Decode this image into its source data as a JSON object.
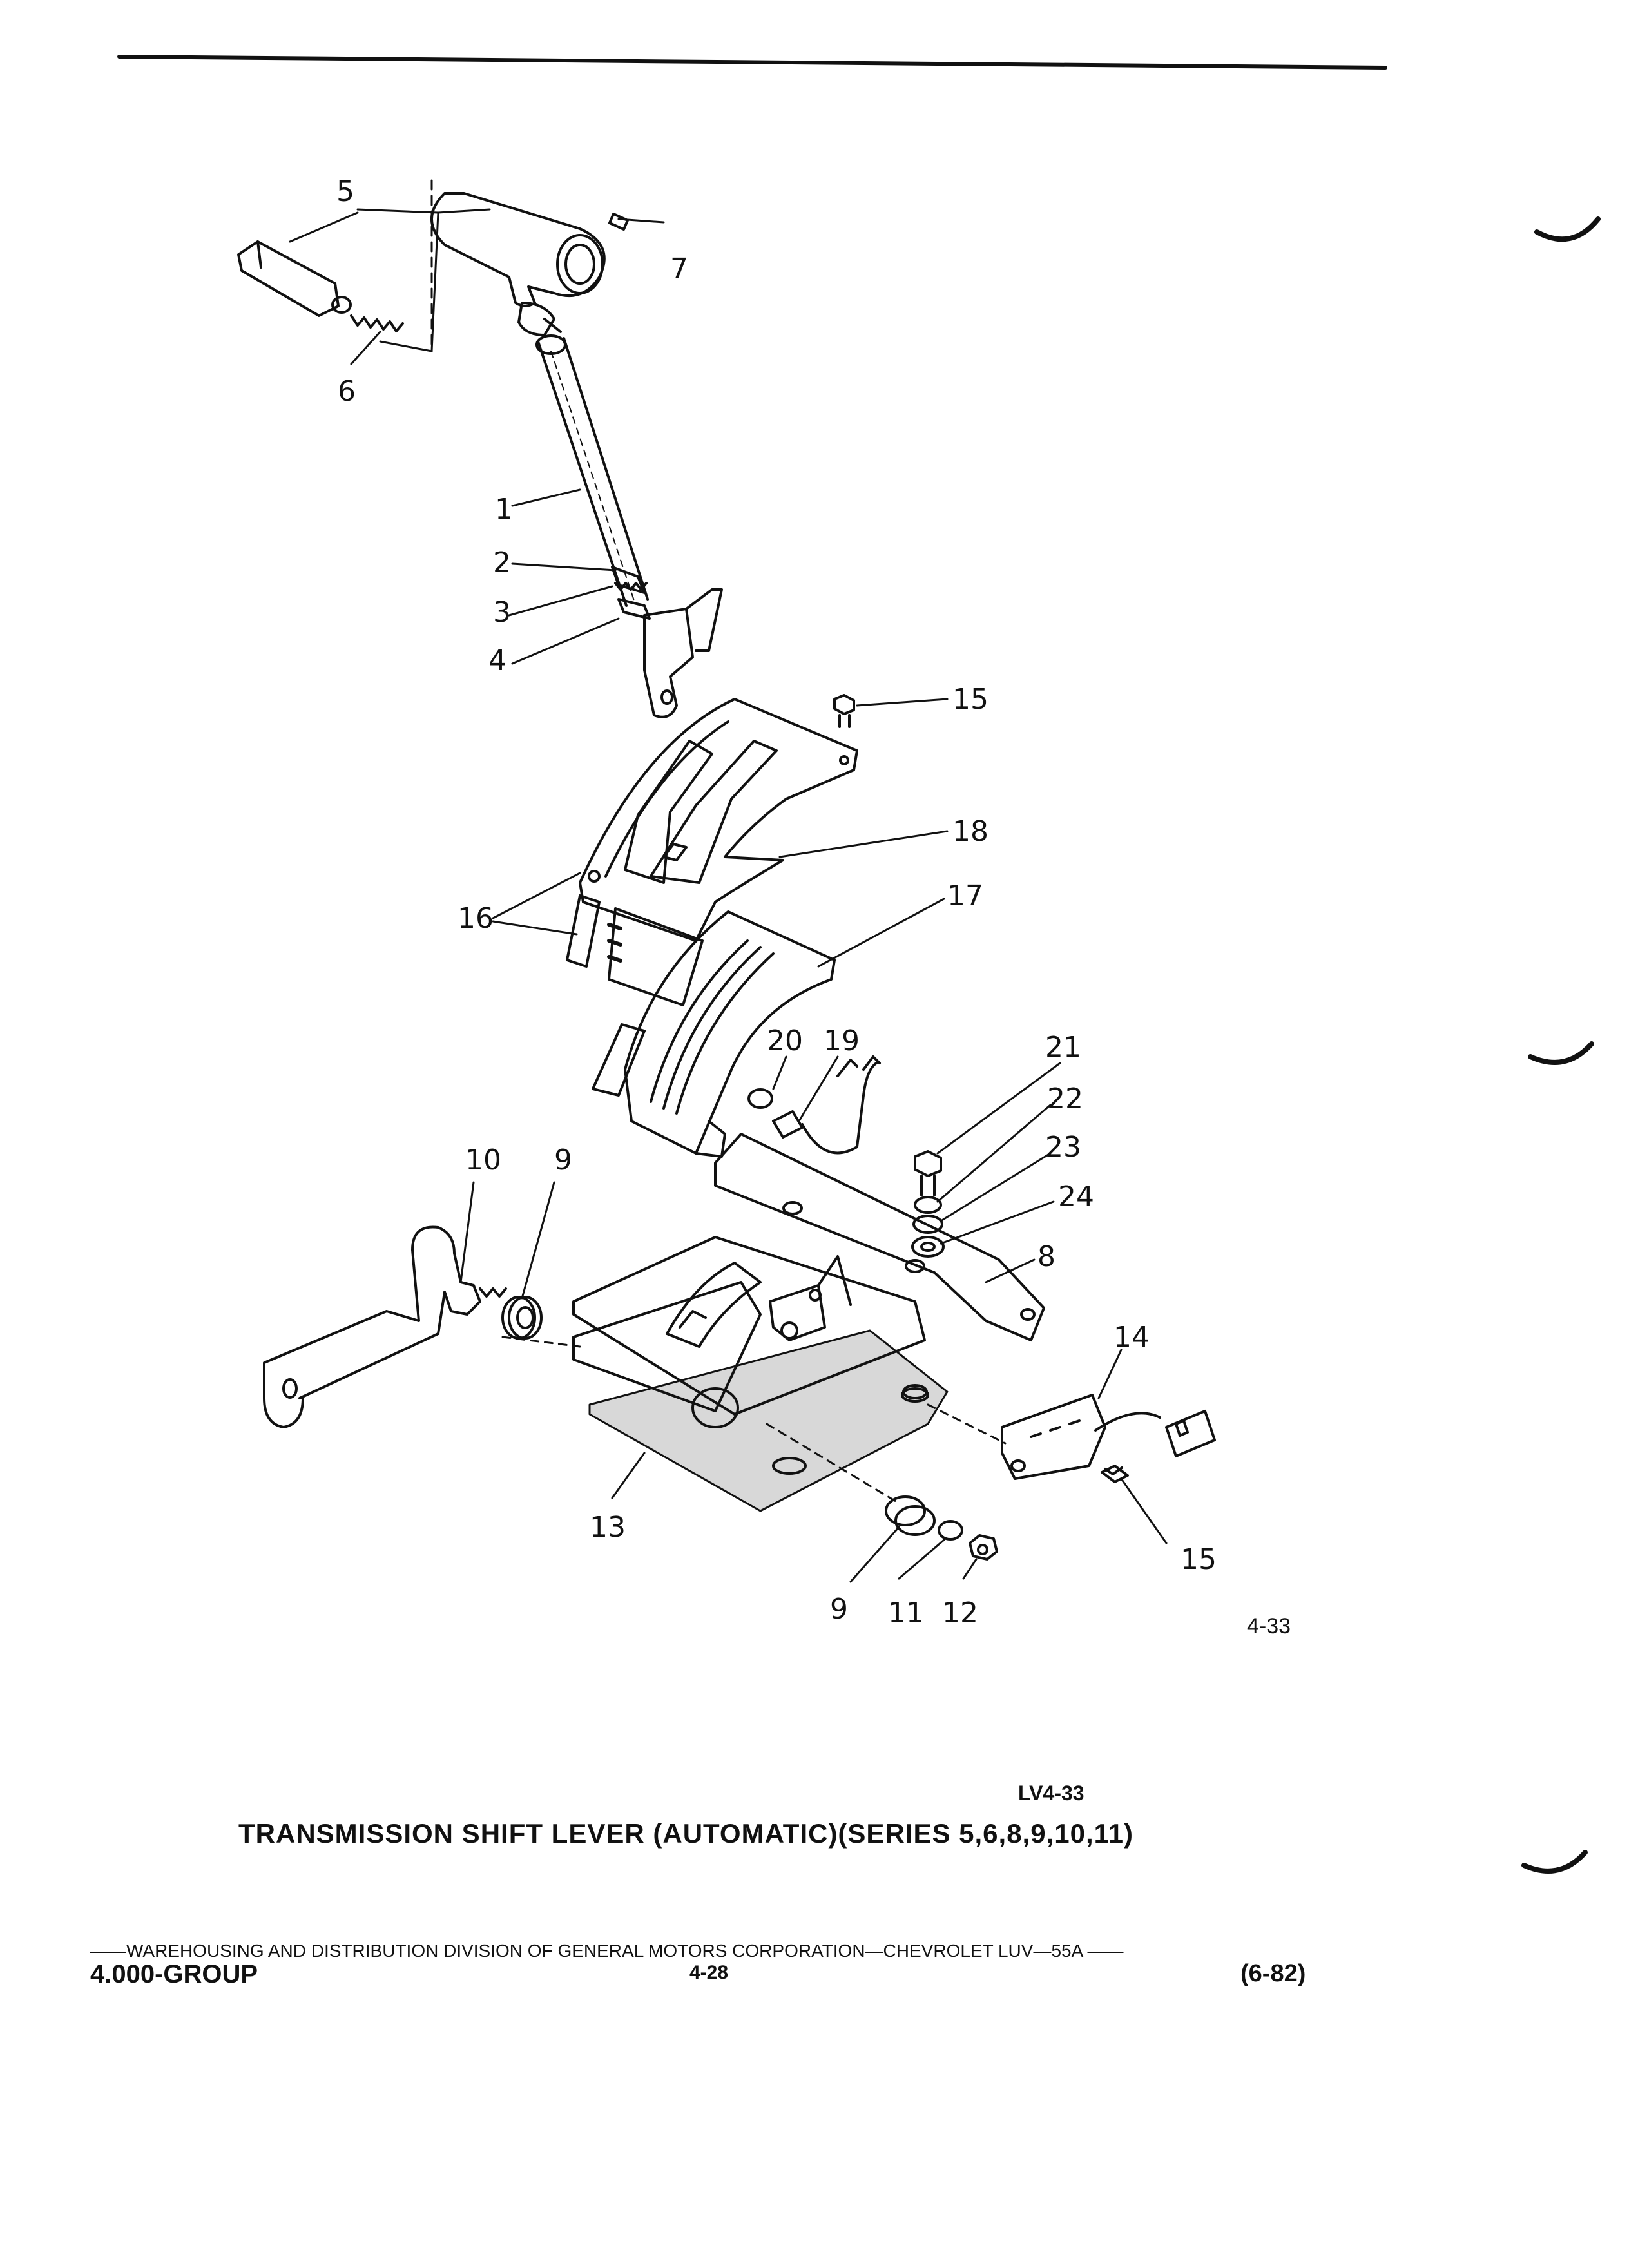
{
  "diagram": {
    "callouts": {
      "c1": "1",
      "c2": "2",
      "c3": "3",
      "c4": "4",
      "c5": "5",
      "c6": "6",
      "c7": "7",
      "c8": "8",
      "c9a": "9",
      "c9b": "9",
      "c10": "10",
      "c11": "11",
      "c12": "12",
      "c13": "13",
      "c14": "14",
      "c15a": "15",
      "c15b": "15",
      "c16": "16",
      "c17": "17",
      "c18": "18",
      "c19": "19",
      "c20": "20",
      "c21": "21",
      "c22": "22",
      "c23": "23",
      "c24": "24"
    },
    "figure_number": "4-33",
    "figure_ref": "LV4-33",
    "title": "TRANSMISSION SHIFT LEVER (AUTOMATIC)(SERIES 5,6,8,9,10,11)"
  },
  "footer": {
    "line": "——WAREHOUSING AND DISTRIBUTION DIVISION OF GENERAL MOTORS CORPORATION—CHEVROLET LUV—55A ——",
    "group": "4.000-GROUP",
    "page": "4-28",
    "date": "(6-82)"
  }
}
